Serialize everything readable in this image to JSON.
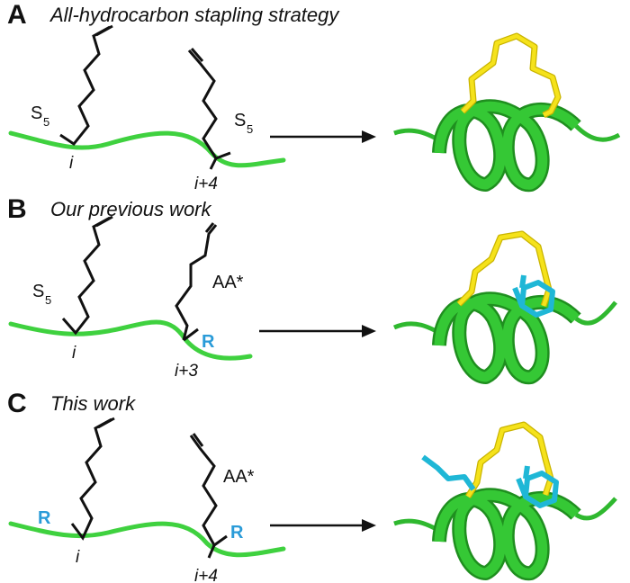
{
  "panels": [
    {
      "letter": "A",
      "title": "All-hydrocarbon stapling strategy",
      "left_label_main": "S",
      "left_label_sub": "5",
      "left_position": "i",
      "right_label": "S",
      "right_label_sub": "5",
      "right_position": "i+4",
      "left_r": "",
      "right_r": ""
    },
    {
      "letter": "B",
      "title": "Our previous work",
      "left_label_main": "S",
      "left_label_sub": "5",
      "left_position": "i",
      "right_label": "AA*",
      "right_label_sub": "",
      "right_position": "i+3",
      "left_r": "",
      "right_r": "R"
    },
    {
      "letter": "C",
      "title": "This work",
      "left_label_main": "",
      "left_label_sub": "",
      "left_position": "i",
      "right_label": "AA*",
      "right_label_sub": "",
      "right_position": "i+4",
      "left_r": "R",
      "right_r": "R"
    }
  ],
  "colors": {
    "backbone": "#3fd13f",
    "helix": "#2fb82f",
    "helix_dark": "#1f8f1f",
    "staple": "#f5e21b",
    "r_group": "#1fb7d6",
    "r_label": "#2a9bd8",
    "ink": "#111111"
  }
}
